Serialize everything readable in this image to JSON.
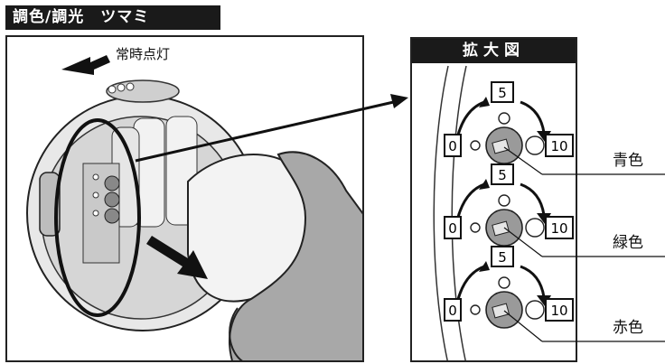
{
  "header": {
    "title": "調色/調光　ツマミ"
  },
  "left_panel": {
    "always_on_label": "常時点灯"
  },
  "zoom": {
    "title": "拡大図",
    "dials": [
      {
        "color_label": "青色",
        "min": "0",
        "mid": "5",
        "max": "10"
      },
      {
        "color_label": "緑色",
        "min": "0",
        "mid": "5",
        "max": "10"
      },
      {
        "color_label": "赤色",
        "min": "0",
        "mid": "5",
        "max": "10"
      }
    ]
  }
}
